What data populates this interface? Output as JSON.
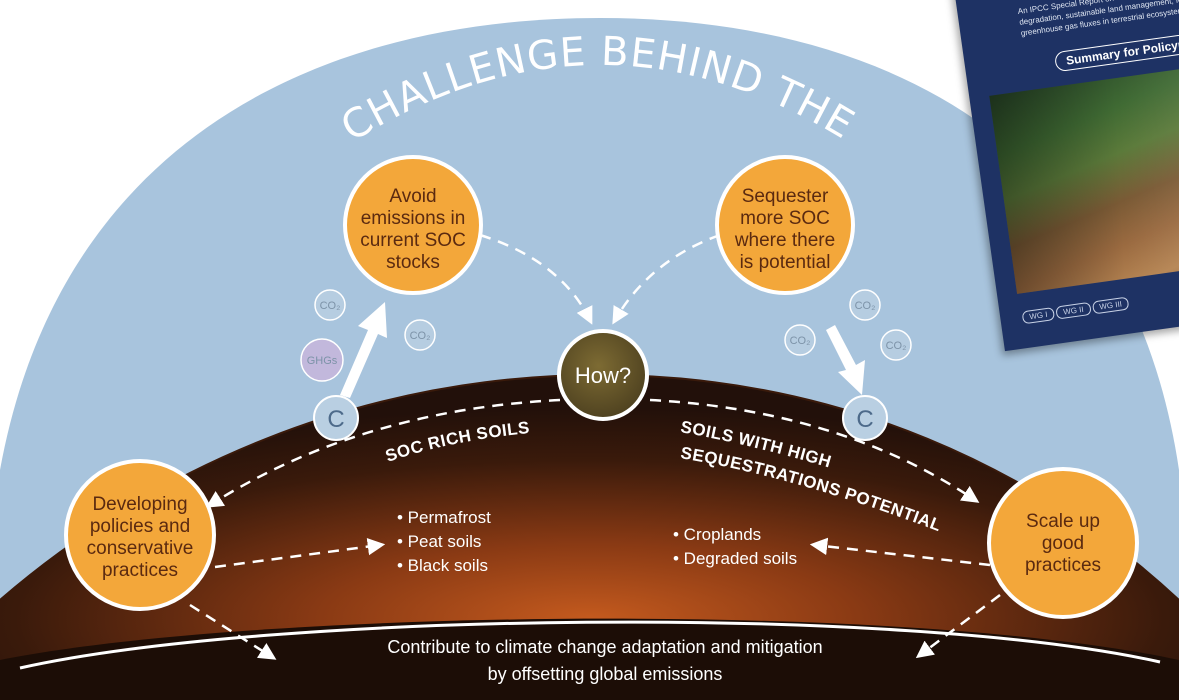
{
  "diagram": {
    "title": "THE CHALLENGE BEHIND THE SOC",
    "top_left_circle": [
      "Avoid",
      "emissions in",
      "current SOC",
      "stocks"
    ],
    "top_right_circle": [
      "Sequester",
      "more SOC",
      "where there",
      "is potential"
    ],
    "center_circle": "How?",
    "left_circle": [
      "Developing",
      "policies and",
      "conservative",
      "practices"
    ],
    "right_circle": [
      "Scale up",
      "good",
      "practices"
    ],
    "carbon_symbol": "C",
    "gases": {
      "co2": "CO₂",
      "ghgs": "GHGs"
    },
    "soc_rich_soils": {
      "heading": "SOC RICH SOILS",
      "items": [
        "• Permafrost",
        "• Peat soils",
        "• Black soils"
      ]
    },
    "high_sequestration": {
      "heading_line1": "SOILS WITH HIGH",
      "heading_line2": "SEQUESTRATIONS POTENTIAL",
      "items": [
        "• Croplands",
        "• Degraded soils"
      ]
    },
    "bottom_text": [
      "Contribute to climate change adaptation and mitigation",
      "by offsetting global emissions"
    ],
    "colors": {
      "sky": "#a8c4dd",
      "orange": "#f3a73a",
      "soil_dark": "#2b1409",
      "soil_glow": "#c45a1e",
      "how_circle": "#6b5a2a"
    }
  },
  "report_cover": {
    "title": "change",
    "subtitle": "An IPCC Special Report on climate change, desertification, land degradation, sustainable land management, food security, and greenhouse gas fluxes in terrestrial ecosystems",
    "button": "Summary for Policymakers",
    "tabs": [
      "WG I",
      "WG II",
      "WG III"
    ]
  }
}
